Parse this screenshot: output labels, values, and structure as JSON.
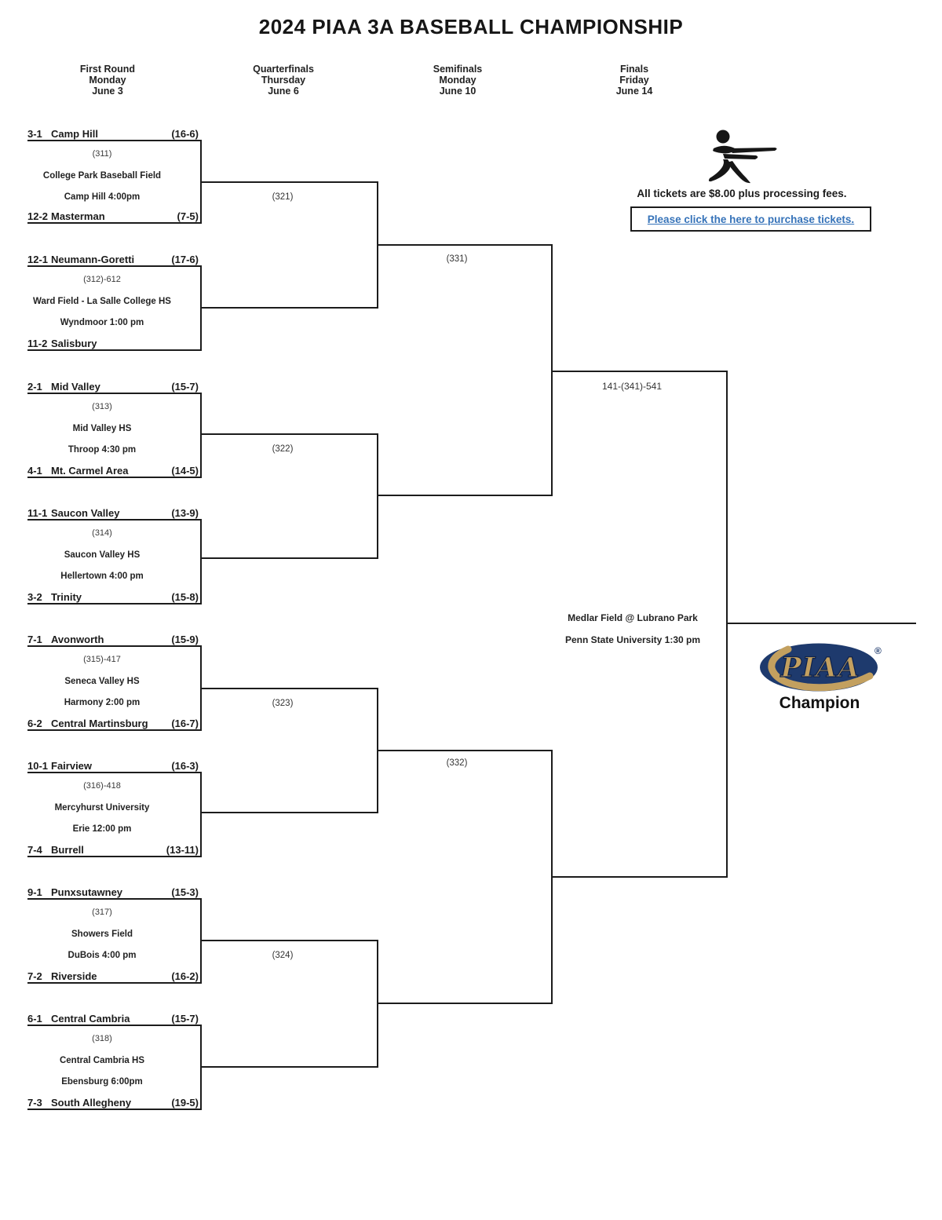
{
  "title": "2024 PIAA 3A BASEBALL CHAMPIONSHIP",
  "columns": [
    {
      "round": "First Round",
      "day": "Monday",
      "date": "June 3"
    },
    {
      "round": "Quarterfinals",
      "day": "Thursday",
      "date": "June 6"
    },
    {
      "round": "Semifinals",
      "day": "Monday",
      "date": "June 10"
    },
    {
      "round": "Finals",
      "day": "Friday",
      "date": "June 14"
    }
  ],
  "matches": [
    {
      "top_seed": "3-1",
      "top_team": "Camp Hill",
      "top_record": "(16-6)",
      "code": "(311)",
      "venue": "College Park Baseball Field",
      "time": "Camp Hill 4:00pm",
      "bottom_seed": "12-2",
      "bottom_team": "Masterman",
      "bottom_record": "(7-5)"
    },
    {
      "top_seed": "12-1",
      "top_team": "Neumann-Goretti",
      "top_record": "(17-6)",
      "code": "(312)-612",
      "venue": "Ward Field - La Salle College HS",
      "time": "Wyndmoor 1:00 pm",
      "bottom_seed": "11-2",
      "bottom_team": "Salisbury",
      "bottom_record": ""
    },
    {
      "top_seed": "2-1",
      "top_team": "Mid Valley",
      "top_record": "(15-7)",
      "code": "(313)",
      "venue": "Mid Valley HS",
      "time": "Throop 4:30 pm",
      "bottom_seed": "4-1",
      "bottom_team": "Mt. Carmel Area",
      "bottom_record": "(14-5)"
    },
    {
      "top_seed": "11-1",
      "top_team": "Saucon Valley",
      "top_record": "(13-9)",
      "code": "(314)",
      "venue": "Saucon Valley HS",
      "time": "Hellertown 4:00 pm",
      "bottom_seed": "3-2",
      "bottom_team": "Trinity",
      "bottom_record": "(15-8)"
    },
    {
      "top_seed": "7-1",
      "top_team": "Avonworth",
      "top_record": "(15-9)",
      "code": "(315)-417",
      "venue": "Seneca Valley HS",
      "time": "Harmony 2:00 pm",
      "bottom_seed": "6-2",
      "bottom_team": "Central Martinsburg",
      "bottom_record": "(16-7)"
    },
    {
      "top_seed": "10-1",
      "top_team": "Fairview",
      "top_record": "(16-3)",
      "code": "(316)-418",
      "venue": "Mercyhurst University",
      "time": "Erie 12:00 pm",
      "bottom_seed": "7-4",
      "bottom_team": "Burrell",
      "bottom_record": "(13-11)"
    },
    {
      "top_seed": "9-1",
      "top_team": "Punxsutawney",
      "top_record": "(15-3)",
      "code": "(317)",
      "venue": "Showers Field",
      "time": "DuBois 4:00 pm",
      "bottom_seed": "7-2",
      "bottom_team": "Riverside",
      "bottom_record": "(16-2)"
    },
    {
      "top_seed": "6-1",
      "top_team": "Central Cambria",
      "top_record": "(15-7)",
      "code": "(318)",
      "venue": "Central Cambria HS",
      "time": "Ebensburg 6:00pm",
      "bottom_seed": "7-3",
      "bottom_team": "South Allegheny",
      "bottom_record": "(19-5)"
    }
  ],
  "quarterfinals": {
    "g321": "(321)",
    "g322": "(322)",
    "g323": "(323)",
    "g324": "(324)"
  },
  "semifinals": {
    "g331": "(331)",
    "g332": "(332)"
  },
  "final": {
    "code": "141-(341)-541",
    "venue": "Medlar Field @ Lubrano Park",
    "time": "Penn State University 1:30 pm"
  },
  "tickets": {
    "fee_text": "All tickets are $8.00 plus processing fees.",
    "link_text": "Please click the here to purchase tickets."
  },
  "champion": {
    "logo_text": "PIAA",
    "registered_mark": "®",
    "label": "Champion"
  },
  "colors": {
    "line": "#1c1c1c",
    "link_blue": "#3673b9",
    "logo_navy": "#1e3a6d",
    "logo_gold": "#c3a05f"
  }
}
